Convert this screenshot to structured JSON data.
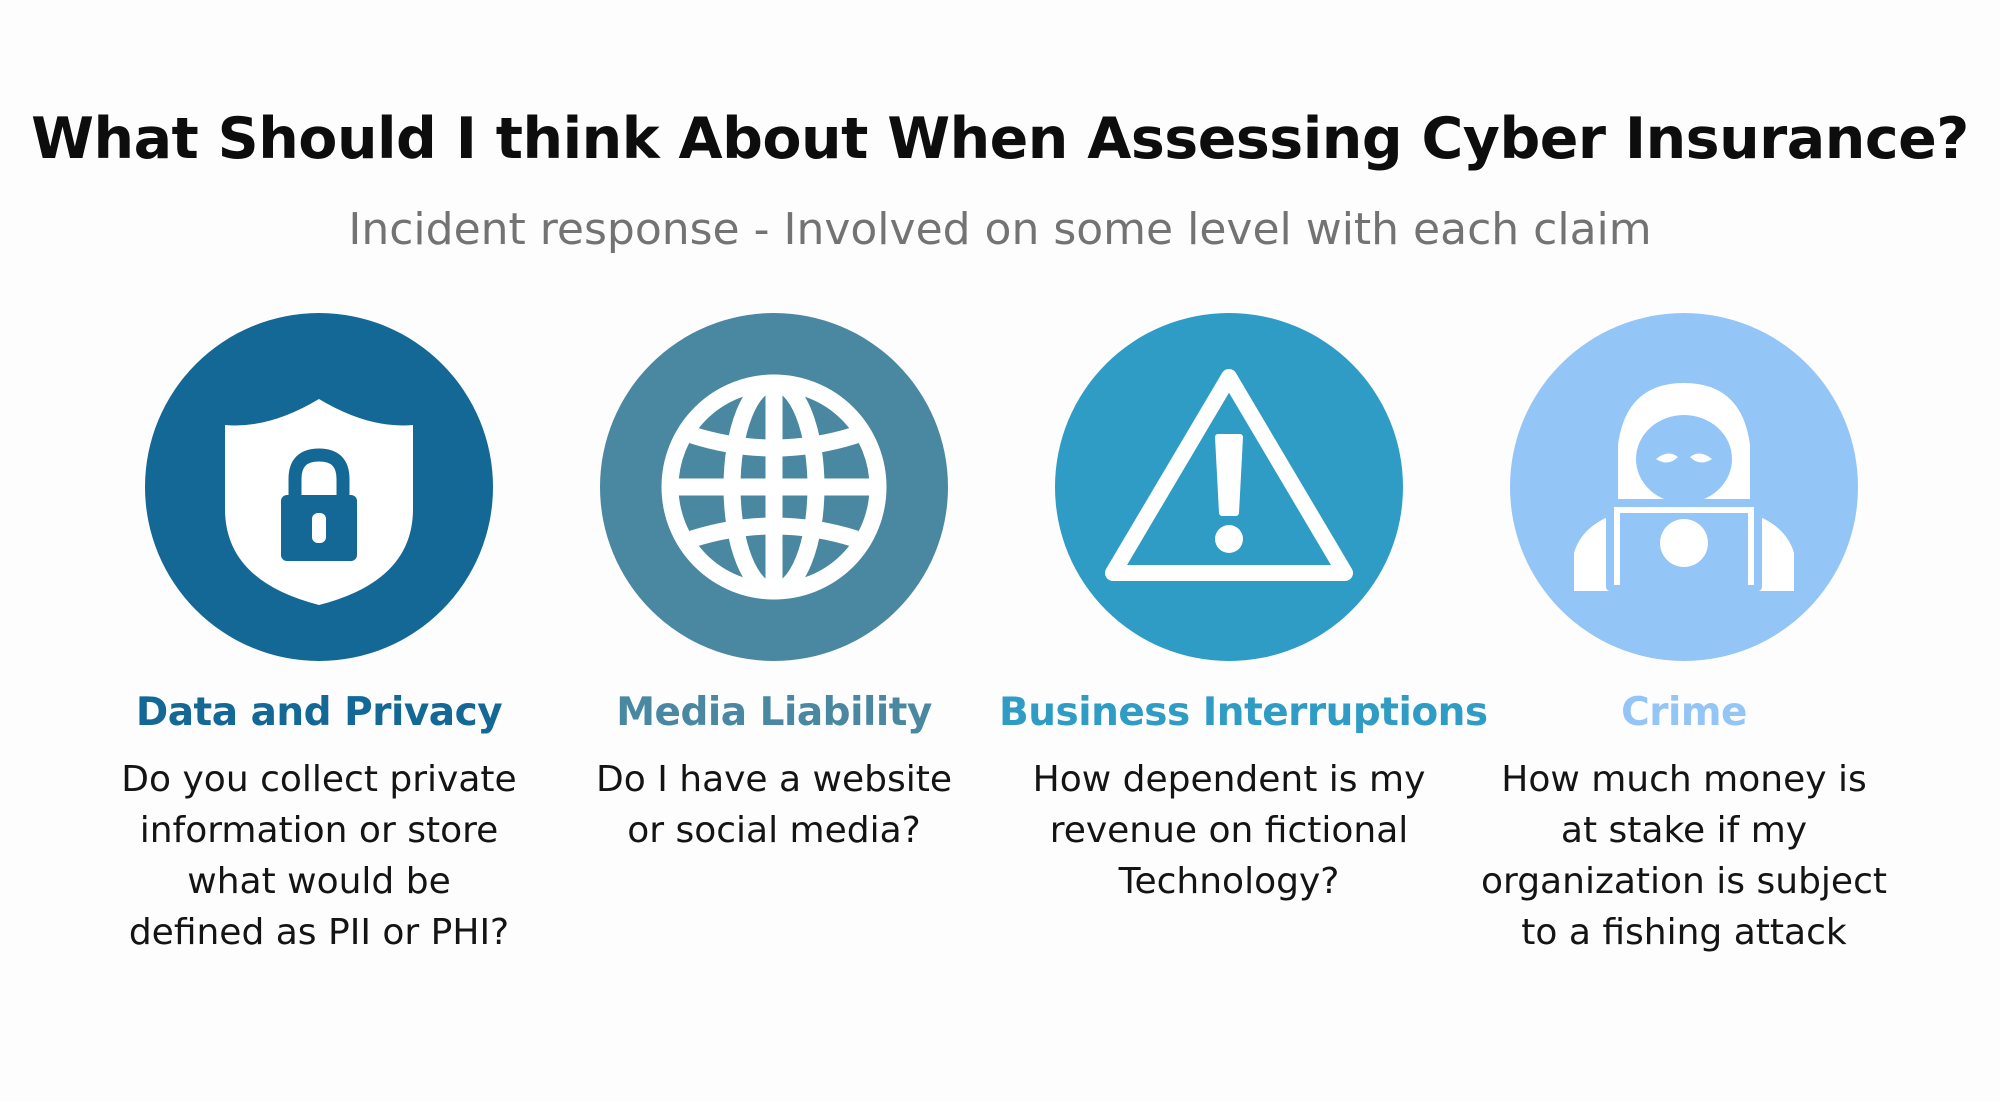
{
  "header": {
    "title": "What Should I think About When Assessing Cyber Insurance?",
    "subtitle": "Incident response - Involved on some level with each claim"
  },
  "colors": {
    "data_privacy": "#136896",
    "media_liability": "#4a88a1",
    "business_interruptions": "#2e9cc4",
    "crime": "#94c5f7"
  },
  "cards": [
    {
      "icon": "shield-lock-icon",
      "title": "Data and Privacy",
      "lines": [
        "Do you collect private",
        "information or store",
        "what would be",
        "defined as PII or PHI?"
      ]
    },
    {
      "icon": "globe-icon",
      "title": "Media Liability",
      "lines": [
        "Do I have a website",
        "or social media?"
      ]
    },
    {
      "icon": "warning-triangle-icon",
      "title": "Business Interruptions",
      "lines": [
        "How dependent is my",
        "revenue on fictional",
        "Technology?"
      ]
    },
    {
      "icon": "hacker-laptop-icon",
      "title": "Crime",
      "lines": [
        "How much money is",
        "at stake if my",
        "organization is subject",
        "to a fishing attack"
      ]
    }
  ]
}
